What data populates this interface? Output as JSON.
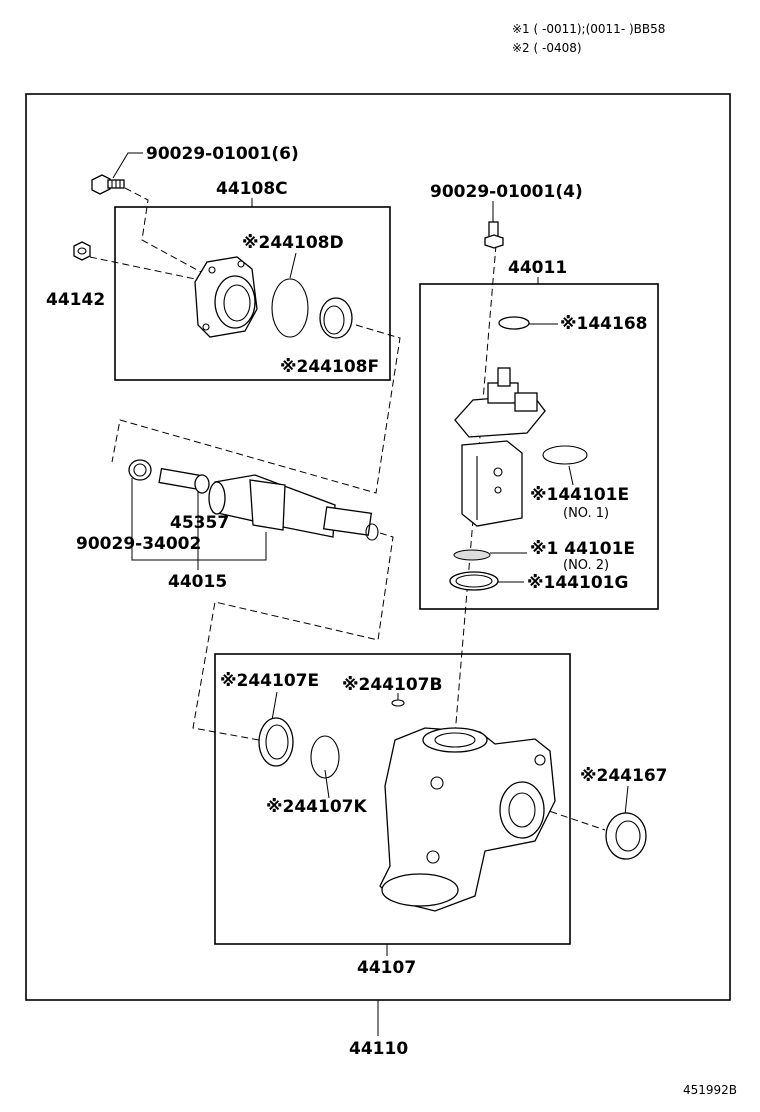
{
  "notes": {
    "note1": "※1 (     -0011);(0011-     )BB58",
    "note2": "※2 (     -0408)"
  },
  "labels": {
    "bolt_top_left": "90029-01001(6)",
    "p44108C": "44108C",
    "p44108D": "※244108D",
    "p44142": "44142",
    "p44108F": "※244108F",
    "bolt_top_right": "90029-01001(4)",
    "p44011": "44011",
    "p44168": "※144168",
    "p44101E_1": "※144101E",
    "p44101E_1_sub": "(NO. 1)",
    "p44101E_2": "※1  44101E",
    "p44101E_2_sub": "(NO. 2)",
    "p44101G": "※144101G",
    "p45357": "45357",
    "p90029_34002": "90029-34002",
    "p44015": "44015",
    "p44107E": "※244107E",
    "p44107B": "※244107B",
    "p44107K": "※244107K",
    "p44167": "※244167",
    "p44107": "44107",
    "p44110": "44110"
  },
  "figure_id": "451992B"
}
